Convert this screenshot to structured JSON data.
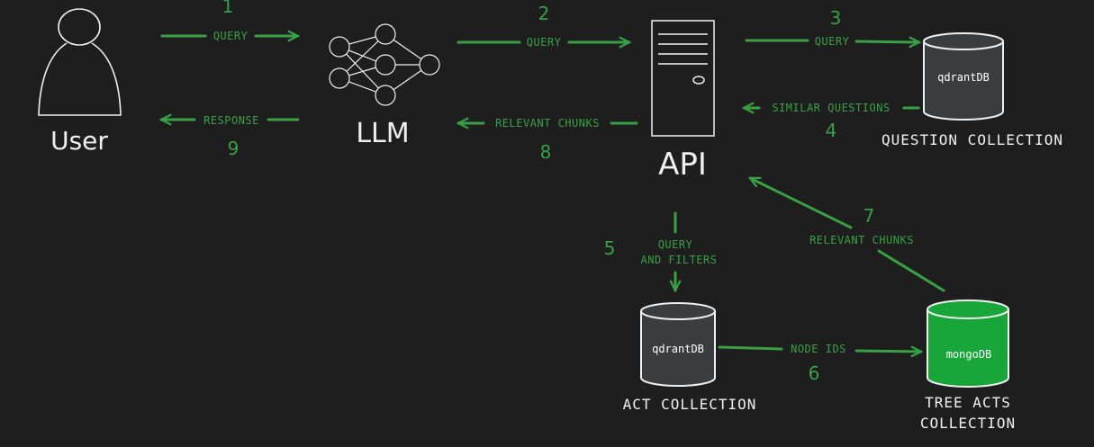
{
  "nodes": {
    "user": {
      "label": "User"
    },
    "llm": {
      "label": "LLM"
    },
    "api": {
      "label": "API"
    },
    "question_db": {
      "label": "qdrantDB",
      "caption": "QUESTION COLLECTION"
    },
    "act_db": {
      "label": "qdrantDB",
      "caption": "ACT COLLECTION"
    },
    "tree_db": {
      "label": "mongoDB",
      "caption_line1": "TREE ACTS",
      "caption_line2": "COLLECTION"
    }
  },
  "edges": [
    {
      "step": "1",
      "label": "QUERY"
    },
    {
      "step": "2",
      "label": "QUERY"
    },
    {
      "step": "3",
      "label": "QUERY"
    },
    {
      "step": "4",
      "label": "SIMILAR QUESTIONS"
    },
    {
      "step": "5",
      "label_line1": "QUERY",
      "label_line2": "AND FILTERS"
    },
    {
      "step": "6",
      "label": "NODE IDS"
    },
    {
      "step": "7",
      "label": "RELEVANT CHUNKS"
    },
    {
      "step": "8",
      "label": "RELEVANT CHUNKS"
    },
    {
      "step": "9",
      "label": "RESPONSE"
    }
  ],
  "colors": {
    "background": "#1e1e1e",
    "accent": "#39a046",
    "stroke": "#f0f0f0",
    "db_dark": "#3a3d40",
    "db_green": "#18a53a"
  }
}
